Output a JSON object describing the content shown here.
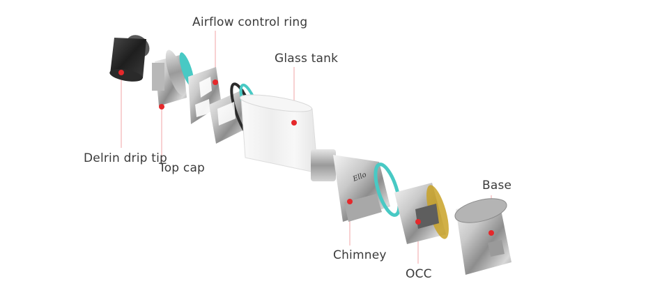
{
  "labels": {
    "airflow": "Airflow control ring",
    "glass": "Glass tank",
    "delrin": "Delrin drip tip",
    "topcap": "Top cap",
    "base": "Base",
    "chimney": "Chimney",
    "occ": "OCC"
  },
  "engraving": "Ello",
  "colors": {
    "marker": "#e5282b",
    "leader": "#f2a3a5",
    "metal": "#c6c6c6",
    "orings": "#48c9c4",
    "delrin": "#2b2b2b"
  }
}
